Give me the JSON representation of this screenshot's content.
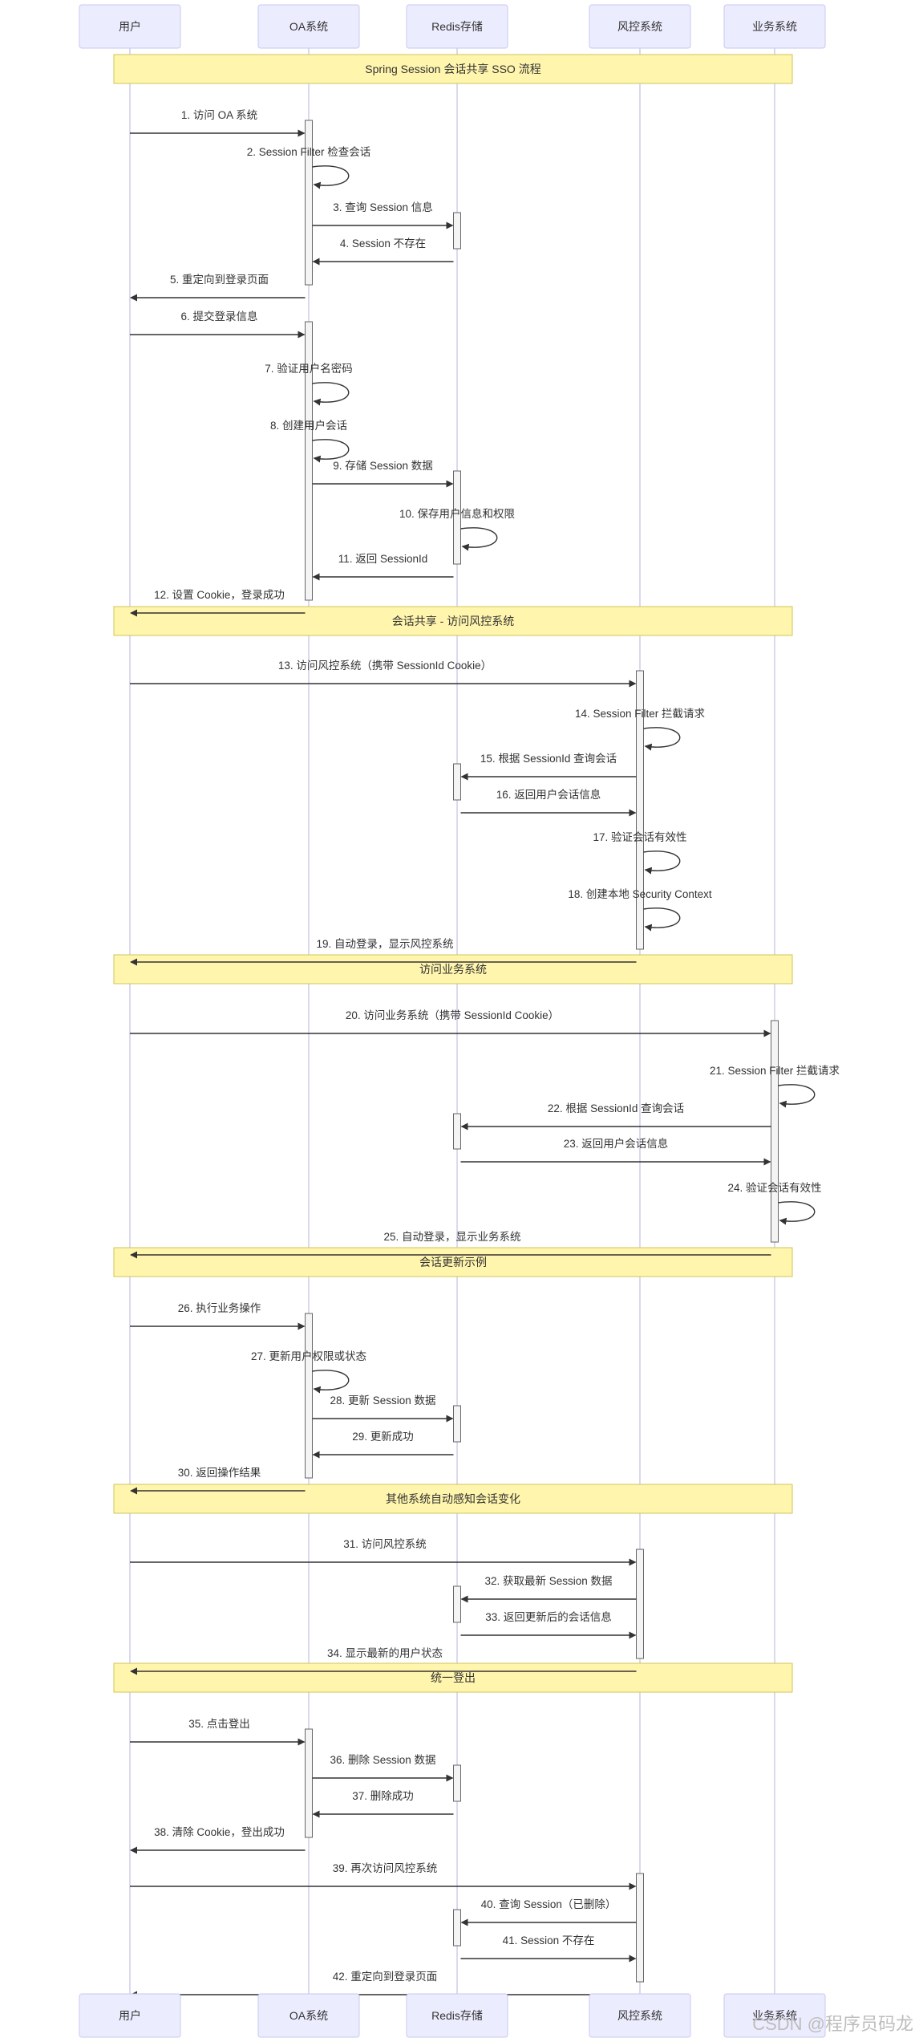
{
  "diagram": {
    "type": "sequence",
    "actors": [
      "用户",
      "OA系统",
      "Redis存储",
      "风控系统",
      "业务系统"
    ],
    "notes": [
      "Spring Session 会话共享 SSO 流程",
      "会话共享 - 访问风控系统",
      "访问业务系统",
      "会话更新示例",
      "其他系统自动感知会话变化",
      "统一登出"
    ],
    "messages": [
      {
        "from": 0,
        "to": 1,
        "text": "1. 访问 OA 系统"
      },
      {
        "from": 1,
        "to": 1,
        "text": "2. Session Filter 检查会话"
      },
      {
        "from": 1,
        "to": 2,
        "text": "3. 查询 Session 信息"
      },
      {
        "from": 2,
        "to": 1,
        "text": "4. Session 不存在"
      },
      {
        "from": 1,
        "to": 0,
        "text": "5. 重定向到登录页面"
      },
      {
        "from": 0,
        "to": 1,
        "text": "6. 提交登录信息"
      },
      {
        "from": 1,
        "to": 1,
        "text": "7. 验证用户名密码"
      },
      {
        "from": 1,
        "to": 1,
        "text": "8. 创建用户会话"
      },
      {
        "from": 1,
        "to": 2,
        "text": "9. 存储 Session 数据"
      },
      {
        "from": 2,
        "to": 2,
        "text": "10. 保存用户信息和权限"
      },
      {
        "from": 2,
        "to": 1,
        "text": "11. 返回 SessionId"
      },
      {
        "from": 1,
        "to": 0,
        "text": "12. 设置 Cookie，登录成功"
      },
      {
        "from": 0,
        "to": 3,
        "text": "13. 访问风控系统（携带 SessionId Cookie）"
      },
      {
        "from": 3,
        "to": 3,
        "text": "14. Session Filter 拦截请求"
      },
      {
        "from": 3,
        "to": 2,
        "text": "15. 根据 SessionId 查询会话"
      },
      {
        "from": 2,
        "to": 3,
        "text": "16. 返回用户会话信息"
      },
      {
        "from": 3,
        "to": 3,
        "text": "17. 验证会话有效性"
      },
      {
        "from": 3,
        "to": 3,
        "text": "18. 创建本地 Security Context"
      },
      {
        "from": 3,
        "to": 0,
        "text": "19. 自动登录，显示风控系统"
      },
      {
        "from": 0,
        "to": 4,
        "text": "20. 访问业务系统（携带 SessionId Cookie）"
      },
      {
        "from": 4,
        "to": 4,
        "text": "21. Session Filter 拦截请求"
      },
      {
        "from": 4,
        "to": 2,
        "text": "22. 根据 SessionId 查询会话"
      },
      {
        "from": 2,
        "to": 4,
        "text": "23. 返回用户会话信息"
      },
      {
        "from": 4,
        "to": 4,
        "text": "24. 验证会话有效性"
      },
      {
        "from": 4,
        "to": 0,
        "text": "25. 自动登录，显示业务系统"
      },
      {
        "from": 0,
        "to": 1,
        "text": "26. 执行业务操作"
      },
      {
        "from": 1,
        "to": 1,
        "text": "27. 更新用户权限或状态"
      },
      {
        "from": 1,
        "to": 2,
        "text": "28. 更新 Session 数据"
      },
      {
        "from": 2,
        "to": 1,
        "text": "29. 更新成功"
      },
      {
        "from": 1,
        "to": 0,
        "text": "30. 返回操作结果"
      },
      {
        "from": 0,
        "to": 3,
        "text": "31. 访问风控系统"
      },
      {
        "from": 3,
        "to": 2,
        "text": "32. 获取最新 Session 数据"
      },
      {
        "from": 2,
        "to": 3,
        "text": "33. 返回更新后的会话信息"
      },
      {
        "from": 3,
        "to": 0,
        "text": "34. 显示最新的用户状态"
      },
      {
        "from": 0,
        "to": 1,
        "text": "35. 点击登出"
      },
      {
        "from": 1,
        "to": 2,
        "text": "36. 删除 Session 数据"
      },
      {
        "from": 2,
        "to": 1,
        "text": "37. 删除成功"
      },
      {
        "from": 1,
        "to": 0,
        "text": "38. 清除 Cookie，登出成功"
      },
      {
        "from": 0,
        "to": 3,
        "text": "39. 再次访问风控系统"
      },
      {
        "from": 3,
        "to": 2,
        "text": "40. 查询 Session（已删除）"
      },
      {
        "from": 2,
        "to": 3,
        "text": "41. Session 不存在"
      },
      {
        "from": 3,
        "to": 0,
        "text": "42. 重定向到登录页面"
      }
    ]
  },
  "watermark": "CSDN @程序员码龙"
}
